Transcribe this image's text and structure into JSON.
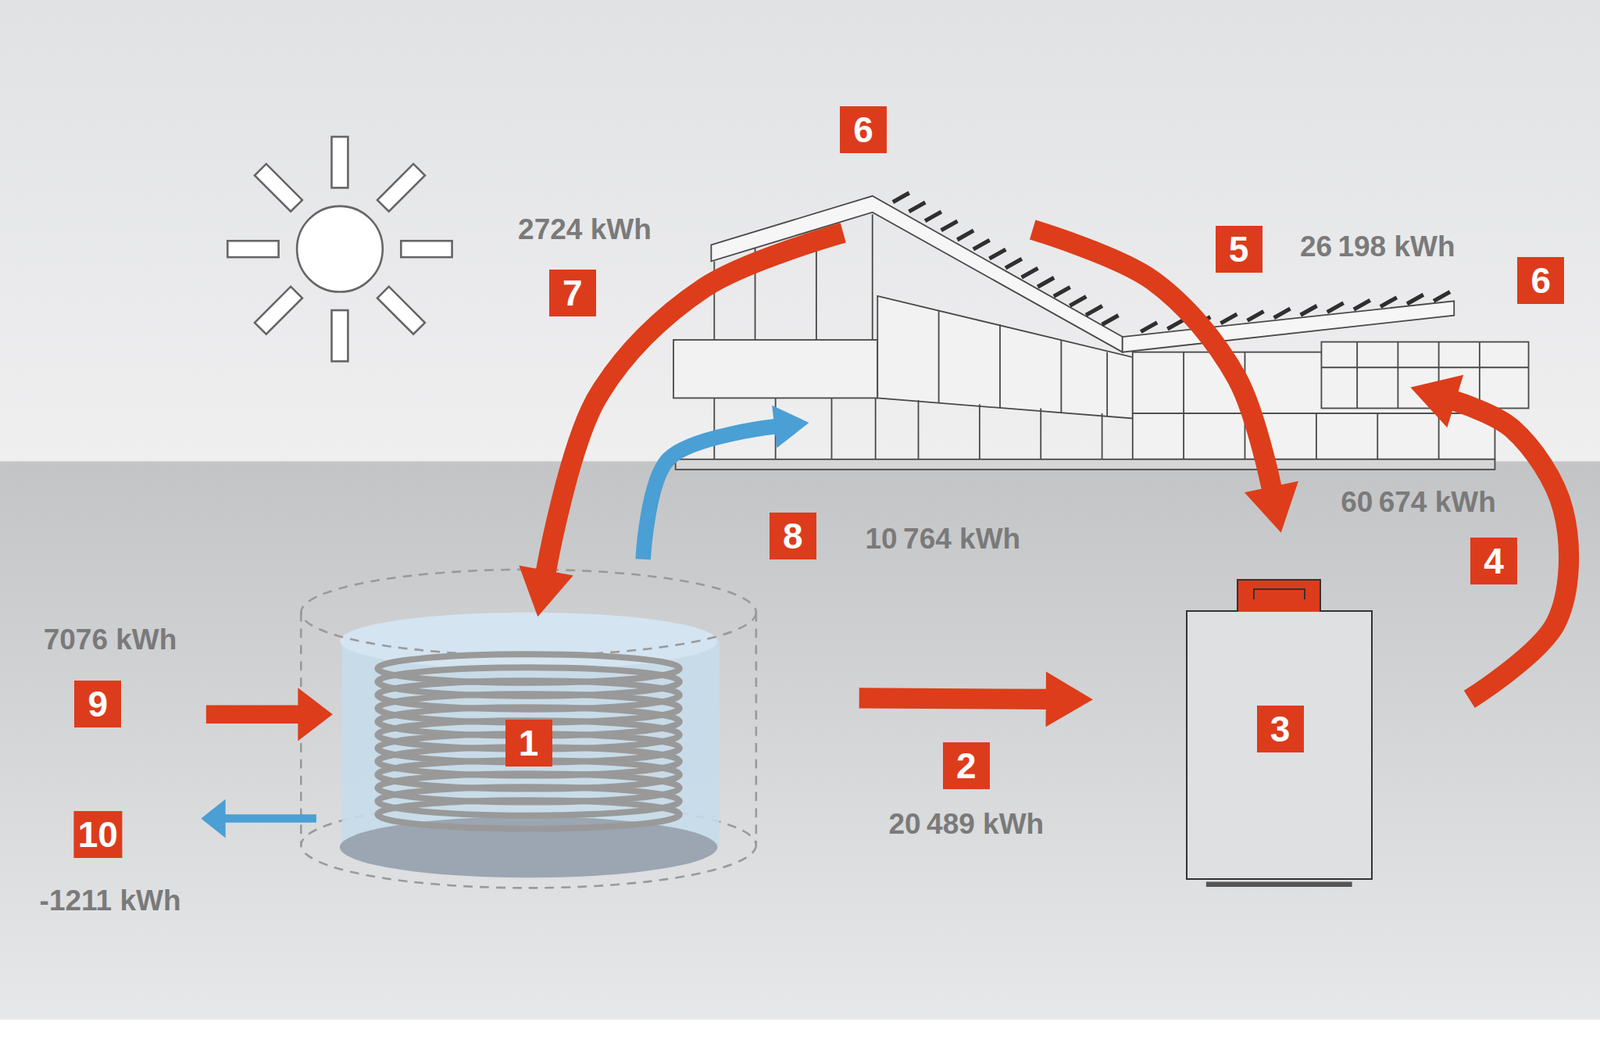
{
  "diagram": {
    "nodes": [
      {
        "text": [
          "1"
        ]
      },
      {
        "text": [
          "3"
        ]
      },
      {
        "text": [
          "6",
          "6"
        ]
      }
    ],
    "edges": [
      {
        "from": 0,
        "to": 1,
        "arrow": "to",
        "label": "20 489 kWh"
      },
      {
        "from": 1,
        "to": 2,
        "arrow": "to",
        "label": "60 674 kWh"
      },
      {
        "from": 2,
        "to": 1,
        "arrow": "to",
        "label": "26 198 kWh"
      },
      {
        "from": 2,
        "to": 0,
        "arrow": "to",
        "label": "2724 kWh"
      },
      {
        "from": 0,
        "to": 2,
        "arrow": "to",
        "label": "10 764 kWh"
      }
    ],
    "labels": [
      "2",
      "4",
      "5",
      "7",
      "8",
      "9",
      "10",
      "7076 kWh",
      "-1211 kWh"
    ]
  }
}
